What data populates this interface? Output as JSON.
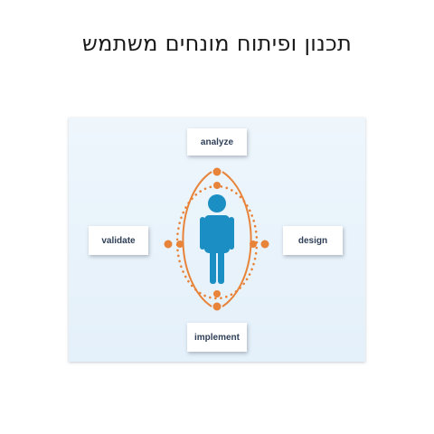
{
  "slide": {
    "title": "תכנון ופיתוח מונחים משתמש"
  },
  "diagram": {
    "stages": {
      "analyze": "analyze",
      "design": "design",
      "implement": "implement",
      "validate": "validate"
    },
    "icons": {
      "center": "person-icon"
    },
    "colors": {
      "panel_background": "#e8f3fb",
      "cycle_orange": "#e8833a",
      "person_blue": "#1b8fc4",
      "label_text": "#2f3f57"
    }
  }
}
